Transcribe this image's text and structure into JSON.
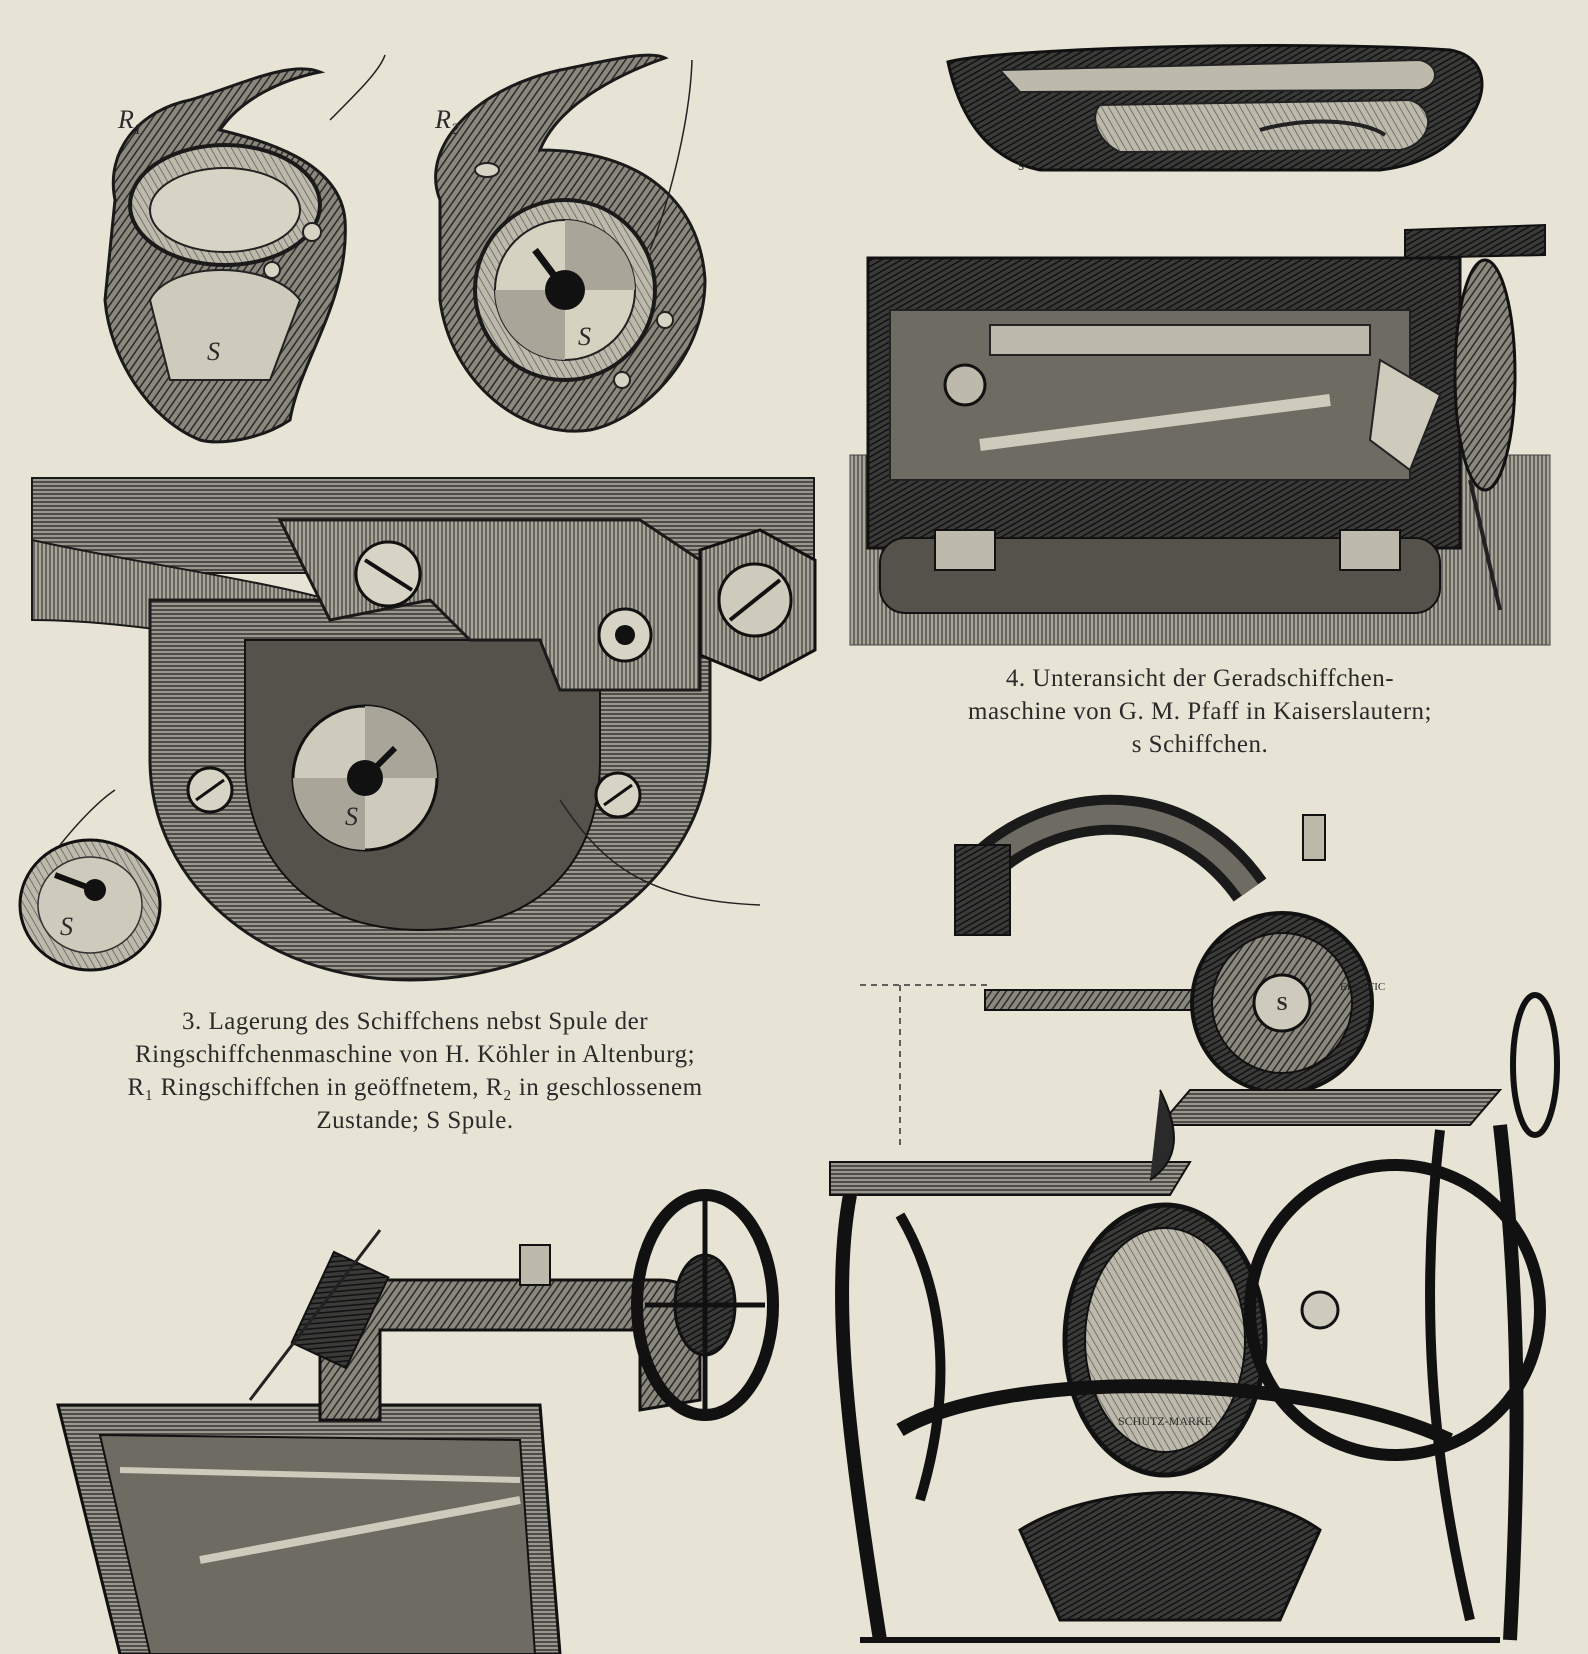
{
  "figure3": {
    "labels": {
      "r1": "R",
      "r1_sub": "1",
      "r2": "R",
      "r2_sub": "2",
      "s": "S"
    },
    "caption": [
      "3. Lagerung des Schiffchens nebst Spule der",
      "Ringschiffchenmaschine von H. Köhler in Altenburg;",
      "R₁ Ringschiffchen in geöffnetem, R₂ in geschlossenem",
      "Zustande; S Spule."
    ]
  },
  "figure4": {
    "labels": {
      "s": "s"
    },
    "caption": [
      "4. Unteransicht der Geradschiffchen-",
      "maschine von G. M. Pfaff in Kaiserslautern;",
      "s Schiffchen."
    ]
  },
  "figure_bottom_right": {
    "emblem_text": [
      "SCHUTZ-MARKE",
      "ELASTIC",
      "S"
    ]
  },
  "colors": {
    "paper": "#e7e3d5",
    "ink": "#222222",
    "hatch": "#555555",
    "mid": "#8c8a82"
  }
}
